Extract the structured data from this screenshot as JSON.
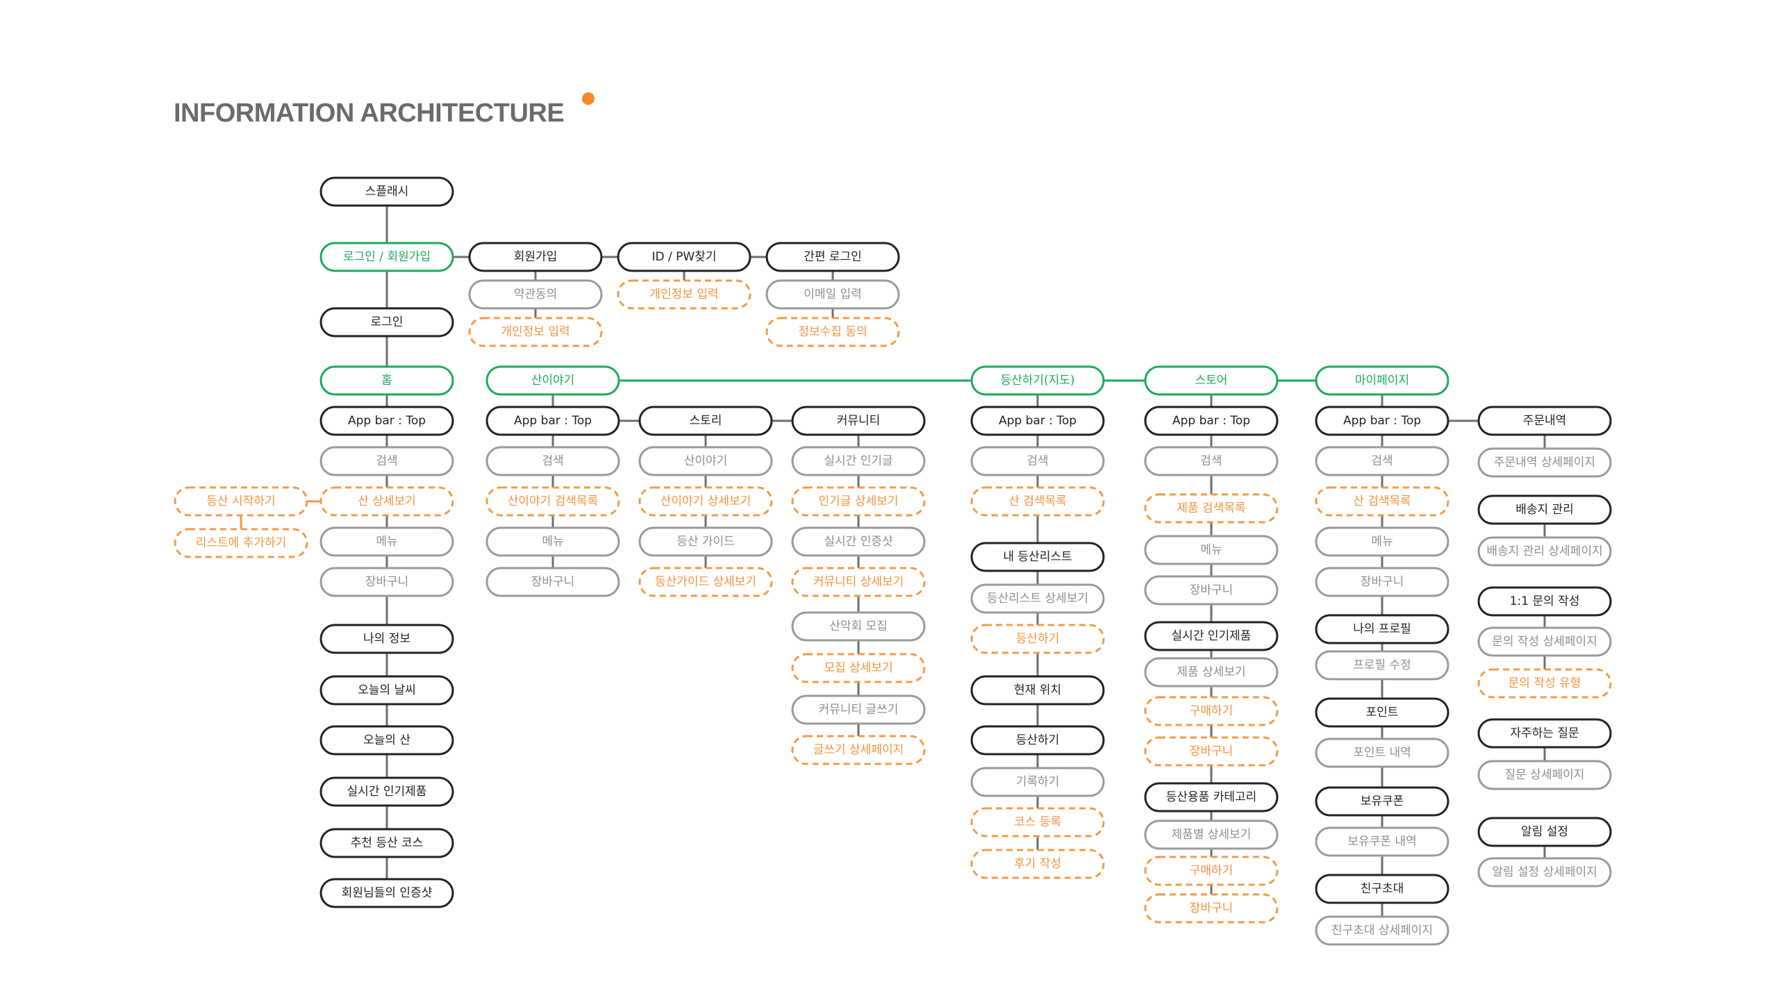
{
  "title": "INFORMATION ARCHITECTURE",
  "colors": {
    "black": "#222222",
    "gray": "#9a9a9a",
    "green": "#1eaa5a",
    "orange": "#f59a45",
    "title": "#6b6b6b",
    "accent_dot": "#f58a2a"
  },
  "nodes": [
    {
      "id": "splash",
      "label": "스플래시",
      "style": "black"
    },
    {
      "id": "login_signup",
      "label": "로그인 / 회원가입",
      "style": "green"
    },
    {
      "id": "signup",
      "label": "회원가입",
      "style": "black"
    },
    {
      "id": "terms",
      "label": "약관동의",
      "style": "gray"
    },
    {
      "id": "signup_info",
      "label": "개인정보 입력",
      "style": "orange"
    },
    {
      "id": "find_idpw",
      "label": "ID / PW찾기",
      "style": "black"
    },
    {
      "id": "find_info",
      "label": "개인정보 입력",
      "style": "orange"
    },
    {
      "id": "simple_login",
      "label": "간편 로그인",
      "style": "black"
    },
    {
      "id": "email_input",
      "label": "이메일 입력",
      "style": "gray"
    },
    {
      "id": "consent",
      "label": "정보수집 동의",
      "style": "orange"
    },
    {
      "id": "login",
      "label": "로그인",
      "style": "black"
    },
    {
      "id": "home",
      "label": "홈",
      "style": "green"
    },
    {
      "id": "home_appbar",
      "label": "App bar : Top",
      "style": "black"
    },
    {
      "id": "home_search",
      "label": "검색",
      "style": "gray"
    },
    {
      "id": "home_mountain_detail",
      "label": "산 상세보기",
      "style": "orange"
    },
    {
      "id": "start_hiking",
      "label": "등산 시작하기",
      "style": "orange"
    },
    {
      "id": "add_list",
      "label": "리스트에 추가하기",
      "style": "orange"
    },
    {
      "id": "home_menu",
      "label": "메뉴",
      "style": "gray"
    },
    {
      "id": "home_cart",
      "label": "장바구니",
      "style": "gray"
    },
    {
      "id": "my_info",
      "label": "나의 정보",
      "style": "black"
    },
    {
      "id": "weather",
      "label": "오늘의 날씨",
      "style": "black"
    },
    {
      "id": "today_mountain",
      "label": "오늘의 산",
      "style": "black"
    },
    {
      "id": "home_popular",
      "label": "실시간 인기제품",
      "style": "black"
    },
    {
      "id": "recommend_course",
      "label": "추천 등산 코스",
      "style": "black"
    },
    {
      "id": "member_shots",
      "label": "회원님들의 인증샷",
      "style": "black"
    },
    {
      "id": "story_root",
      "label": "산이야기",
      "style": "green"
    },
    {
      "id": "story_appbar",
      "label": "App bar : Top",
      "style": "black"
    },
    {
      "id": "story_search",
      "label": "검색",
      "style": "gray"
    },
    {
      "id": "story_search_list",
      "label": "산이야기 검색목록",
      "style": "orange"
    },
    {
      "id": "story_menu",
      "label": "메뉴",
      "style": "gray"
    },
    {
      "id": "story_cart",
      "label": "장바구니",
      "style": "gray"
    },
    {
      "id": "story",
      "label": "스토리",
      "style": "black"
    },
    {
      "id": "story_item",
      "label": "산이야기",
      "style": "gray"
    },
    {
      "id": "story_detail",
      "label": "산이야기 상세보기",
      "style": "orange"
    },
    {
      "id": "hiking_guide",
      "label": "등산 가이드",
      "style": "gray"
    },
    {
      "id": "guide_detail",
      "label": "등산가이드 상세보기",
      "style": "orange"
    },
    {
      "id": "community",
      "label": "커뮤니티",
      "style": "black"
    },
    {
      "id": "popular_posts",
      "label": "실시간 인기글",
      "style": "gray"
    },
    {
      "id": "popular_detail",
      "label": "인기글 상세보기",
      "style": "orange"
    },
    {
      "id": "live_shots",
      "label": "실시간 인증샷",
      "style": "gray"
    },
    {
      "id": "community_detail",
      "label": "커뮤니티 상세보기",
      "style": "orange"
    },
    {
      "id": "club_recruit",
      "label": "산악회 모집",
      "style": "gray"
    },
    {
      "id": "recruit_detail",
      "label": "모집 상세보기",
      "style": "orange"
    },
    {
      "id": "write_post",
      "label": "커뮤니티 글쓰기",
      "style": "gray"
    },
    {
      "id": "write_detail",
      "label": "글쓰기 상세페이지",
      "style": "orange"
    },
    {
      "id": "hike_map",
      "label": "등산하기(지도)",
      "style": "green"
    },
    {
      "id": "map_appbar",
      "label": "App bar : Top",
      "style": "black"
    },
    {
      "id": "map_search",
      "label": "검색",
      "style": "gray"
    },
    {
      "id": "map_search_list",
      "label": "산 검색목록",
      "style": "orange"
    },
    {
      "id": "my_hike_list",
      "label": "내 등산리스트",
      "style": "black"
    },
    {
      "id": "hike_list_detail",
      "label": "등산리스트 상세보기",
      "style": "gray"
    },
    {
      "id": "hike_start",
      "label": "등산하기",
      "style": "orange"
    },
    {
      "id": "current_location",
      "label": "현재 위치",
      "style": "black"
    },
    {
      "id": "hiking",
      "label": "등산하기",
      "style": "black"
    },
    {
      "id": "record",
      "label": "기록하기",
      "style": "gray"
    },
    {
      "id": "course_register",
      "label": "코스 등록",
      "style": "orange"
    },
    {
      "id": "review_write",
      "label": "후기 작성",
      "style": "orange"
    },
    {
      "id": "store",
      "label": "스토어",
      "style": "green"
    },
    {
      "id": "store_appbar",
      "label": "App bar : Top",
      "style": "black"
    },
    {
      "id": "store_search",
      "label": "검색",
      "style": "gray"
    },
    {
      "id": "product_search_list",
      "label": "제품 검색목록",
      "style": "orange"
    },
    {
      "id": "store_menu",
      "label": "메뉴",
      "style": "gray"
    },
    {
      "id": "store_cart",
      "label": "장바구니",
      "style": "gray"
    },
    {
      "id": "store_popular",
      "label": "실시간 인기제품",
      "style": "black"
    },
    {
      "id": "product_detail",
      "label": "제품 상세보기",
      "style": "gray"
    },
    {
      "id": "buy1",
      "label": "구매하기",
      "style": "orange"
    },
    {
      "id": "cart1",
      "label": "장바구니",
      "style": "orange"
    },
    {
      "id": "gear_category",
      "label": "등산용품 카테고리",
      "style": "black"
    },
    {
      "id": "product_each_detail",
      "label": "제품별 상세보기",
      "style": "gray"
    },
    {
      "id": "buy2",
      "label": "구매하기",
      "style": "orange"
    },
    {
      "id": "cart2",
      "label": "장바구니",
      "style": "orange"
    },
    {
      "id": "mypage",
      "label": "마이페이지",
      "style": "green"
    },
    {
      "id": "my_appbar",
      "label": "App bar : Top",
      "style": "black"
    },
    {
      "id": "my_search",
      "label": "검색",
      "style": "gray"
    },
    {
      "id": "my_search_list",
      "label": "산 검색목록",
      "style": "orange"
    },
    {
      "id": "my_menu",
      "label": "메뉴",
      "style": "gray"
    },
    {
      "id": "my_cart",
      "label": "장바구니",
      "style": "gray"
    },
    {
      "id": "my_profile",
      "label": "나의 프로필",
      "style": "black"
    },
    {
      "id": "profile_edit",
      "label": "프로필 수정",
      "style": "gray"
    },
    {
      "id": "point",
      "label": "포인트",
      "style": "black"
    },
    {
      "id": "point_history",
      "label": "포인트 내역",
      "style": "gray"
    },
    {
      "id": "coupon",
      "label": "보유쿠폰",
      "style": "black"
    },
    {
      "id": "coupon_history",
      "label": "보유쿠폰 내역",
      "style": "gray"
    },
    {
      "id": "invite",
      "label": "친구초대",
      "style": "black"
    },
    {
      "id": "invite_detail",
      "label": "친구초대 상세페이지",
      "style": "gray"
    },
    {
      "id": "orders",
      "label": "주문내역",
      "style": "black"
    },
    {
      "id": "orders_detail",
      "label": "주문내역 상세페이지",
      "style": "gray"
    },
    {
      "id": "shipping",
      "label": "배송지 관리",
      "style": "black"
    },
    {
      "id": "shipping_detail",
      "label": "배송지 관리 상세페이지",
      "style": "gray"
    },
    {
      "id": "inquiry",
      "label": "1:1 문의 작성",
      "style": "black"
    },
    {
      "id": "inquiry_detail",
      "label": "문의 작성 상세페이지",
      "style": "gray"
    },
    {
      "id": "inquiry_type",
      "label": "문의 작성 유형",
      "style": "orange"
    },
    {
      "id": "faq",
      "label": "자주하는 질문",
      "style": "black"
    },
    {
      "id": "faq_detail",
      "label": "질문 상세페이지",
      "style": "gray"
    },
    {
      "id": "notify",
      "label": "알림 설정",
      "style": "black"
    },
    {
      "id": "notify_detail",
      "label": "알림 설정 상세페이지",
      "style": "gray"
    }
  ]
}
